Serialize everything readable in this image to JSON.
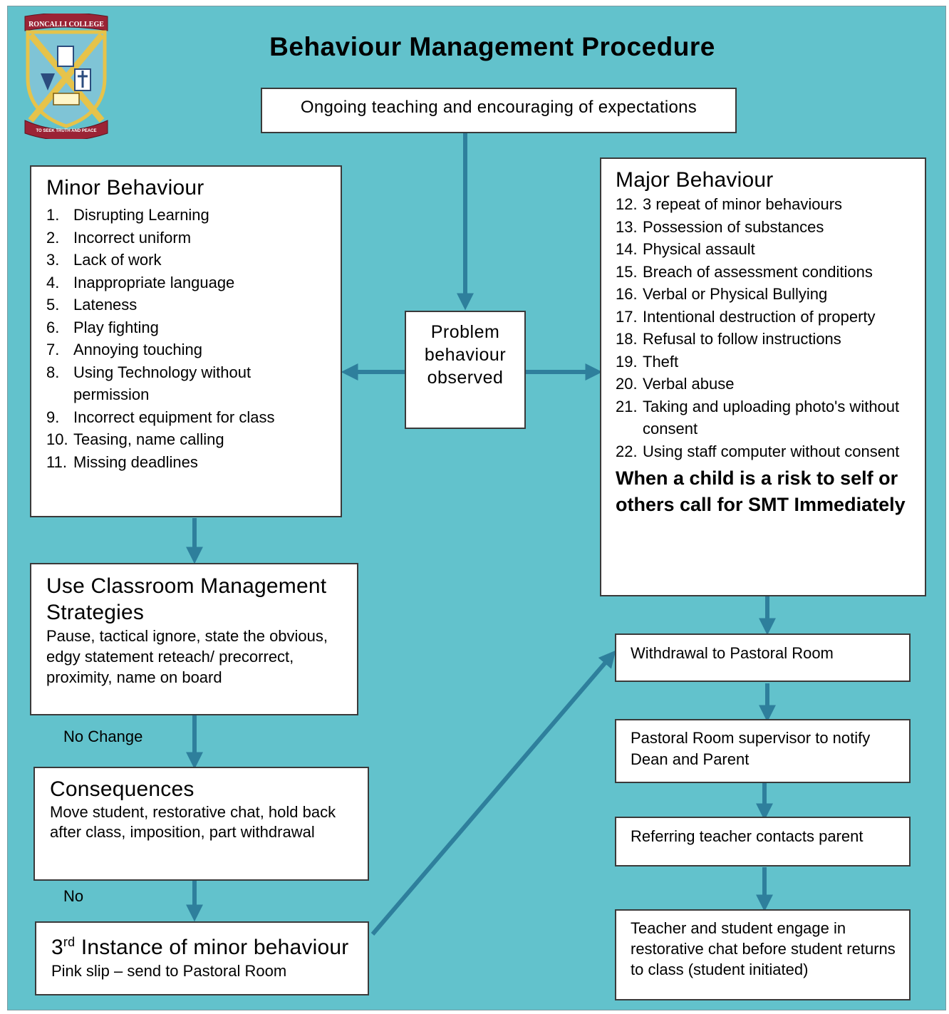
{
  "header": {
    "title": "Behaviour Management Procedure",
    "logo": {
      "name": "RONCALLI COLLEGE",
      "motto": "TO SEEK TRUTH AND PEACE"
    }
  },
  "colors": {
    "background": "#62c2cc",
    "arrow": "#2e7f9c",
    "box_border": "#3a3a3a"
  },
  "start": {
    "text": "Ongoing teaching and encouraging of expectations"
  },
  "problem": {
    "text": "Problem behaviour observed"
  },
  "minor": {
    "title": "Minor Behaviour",
    "items": [
      {
        "num": "1.",
        "text": "Disrupting Learning"
      },
      {
        "num": "2.",
        "text": "Incorrect uniform"
      },
      {
        "num": "3.",
        "text": "Lack of work"
      },
      {
        "num": "4.",
        "text": "Inappropriate language"
      },
      {
        "num": "5.",
        "text": "Lateness"
      },
      {
        "num": "6.",
        "text": "Play fighting"
      },
      {
        "num": "7.",
        "text": "Annoying touching"
      },
      {
        "num": "8.",
        "text": "Using Technology without permission"
      },
      {
        "num": "9.",
        "text": "Incorrect equipment for class"
      },
      {
        "num": "10.",
        "text": "Teasing, name calling"
      },
      {
        "num": "11.",
        "text": "Missing deadlines"
      }
    ]
  },
  "major": {
    "title": "Major Behaviour",
    "items": [
      {
        "num": "12.",
        "text": "3 repeat of minor behaviours"
      },
      {
        "num": "13.",
        "text": "Possession of substances"
      },
      {
        "num": "14.",
        "text": "Physical assault"
      },
      {
        "num": "15.",
        "text": "Breach of assessment conditions"
      },
      {
        "num": "16.",
        "text": "Verbal or Physical Bullying"
      },
      {
        "num": "17.",
        "text": "Intentional destruction of property"
      },
      {
        "num": "18.",
        "text": "Refusal to follow instructions"
      },
      {
        "num": "19.",
        "text": "Theft"
      },
      {
        "num": "20.",
        "text": "Verbal abuse"
      },
      {
        "num": "21.",
        "text": "Taking and uploading photo's without consent"
      },
      {
        "num": "22.",
        "text": "Using staff computer without consent"
      }
    ],
    "warning": "When a child is a risk to self or others call for SMT Immediately"
  },
  "classroom": {
    "title": "Use Classroom Management Strategies",
    "text": "Pause, tactical ignore, state the obvious, edgy statement reteach/ precorrect, proximity, name on board"
  },
  "label_no_change": "No Change",
  "consequences": {
    "title": "Consequences",
    "text": "Move student, restorative chat, hold back after class, imposition, part withdrawal"
  },
  "label_no": "No",
  "third": {
    "title_prefix": "3",
    "title_sup": "rd",
    "title_rest": " Instance of minor behaviour",
    "text": "Pink slip – send to Pastoral Room"
  },
  "withdrawal": {
    "text": "Withdrawal to Pastoral Room"
  },
  "pastoral": {
    "text": "Pastoral Room supervisor to notify Dean and Parent"
  },
  "referring": {
    "text": "Referring teacher contacts parent"
  },
  "restorative": {
    "text": "Teacher and student engage in restorative chat before student returns to class (student initiated)"
  }
}
